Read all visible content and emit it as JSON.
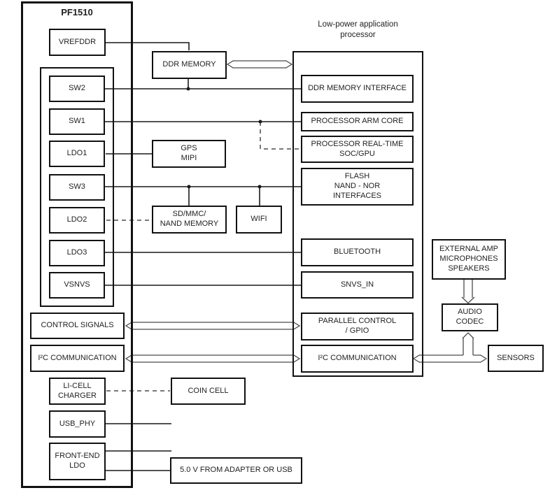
{
  "pf1510": {
    "title": "PF1510",
    "vrefddr": "VREFDDR",
    "regulators": [
      "SW2",
      "SW1",
      "LDO1",
      "SW3",
      "LDO2",
      "LDO3",
      "VSNVS"
    ],
    "control_signals": "CONTROL SIGNALS",
    "i2c": "I²C COMMUNICATION",
    "li_cell_charger": "LI-CELL\nCHARGER",
    "usb_phy": "USB_PHY",
    "front_end_ldo": "FRONT-END\nLDO"
  },
  "processor": {
    "title": "Low-power application\nprocessor",
    "blocks": [
      "DDR MEMORY INTERFACE",
      "PROCESSOR ARM CORE",
      "PROCESSOR REAL-TIME\nSOC/GPU",
      "FLASH\nNAND - NOR\nINTERFACES",
      "BLUETOOTH",
      "SNVS_IN",
      "PARALLEL CONTROL\n/ GPIO",
      "I²C COMMUNICATION"
    ]
  },
  "external": {
    "ddr_memory": "DDR MEMORY",
    "gps_mipi": "GPS\nMIPI",
    "sd_mmc_nand": "SD/MMC/\nNAND MEMORY",
    "wifi": "WIFI",
    "coin_cell": "COIN CELL",
    "adapter_5v": "5.0 V FROM ADAPTER OR USB",
    "external_amp": "EXTERNAL AMP\nMICROPHONES\nSPEAKERS",
    "audio_codec": "AUDIO\nCODEC",
    "sensors": "SENSORS"
  },
  "connections": [
    {
      "from": "VREFDDR",
      "to": "DDR MEMORY",
      "style": "solid"
    },
    {
      "from": "SW2",
      "to": "DDR MEMORY INTERFACE",
      "style": "solid",
      "taps": [
        "DDR MEMORY"
      ]
    },
    {
      "from": "SW1",
      "to": "PROCESSOR ARM CORE",
      "style": "solid"
    },
    {
      "from": "SW1",
      "to": "PROCESSOR REAL-TIME SOC/GPU",
      "style": "dashed"
    },
    {
      "from": "LDO1",
      "to": "GPS MIPI",
      "style": "solid"
    },
    {
      "from": "SW3",
      "to": "FLASH NAND - NOR INTERFACES",
      "style": "solid",
      "taps": [
        "SD/MMC/ NAND MEMORY",
        "WIFI"
      ]
    },
    {
      "from": "LDO2",
      "to": "SD/MMC/ NAND MEMORY",
      "style": "dashed"
    },
    {
      "from": "LDO3",
      "to": "BLUETOOTH",
      "style": "solid"
    },
    {
      "from": "VSNVS",
      "to": "SNVS_IN",
      "style": "solid"
    },
    {
      "from": "CONTROL SIGNALS",
      "to": "PARALLEL CONTROL / GPIO",
      "style": "double-hollow-arrow"
    },
    {
      "from": "I²C COMMUNICATION (PF1510)",
      "to": "I²C COMMUNICATION (processor)",
      "style": "double-hollow-arrow"
    },
    {
      "from": "I²C COMMUNICATION (processor)",
      "to": "SENSORS",
      "style": "double-hollow-arrow",
      "taps": [
        "AUDIO CODEC"
      ]
    },
    {
      "from": "EXTERNAL AMP MICROPHONES SPEAKERS",
      "to": "AUDIO CODEC",
      "style": "hollow-arrow"
    },
    {
      "from": "LI-CELL CHARGER",
      "to": "COIN CELL",
      "style": "dashed"
    },
    {
      "from": "FRONT-END LDO",
      "to": "5.0 V FROM ADAPTER OR USB",
      "style": "solid"
    },
    {
      "from": "USB_PHY",
      "to": "external",
      "style": "solid"
    }
  ],
  "colors": {
    "line": "#1a1a1a",
    "dashed_line": "#4d4d4d",
    "box_border": "#111111",
    "text": "#222222",
    "background": "#ffffff"
  }
}
